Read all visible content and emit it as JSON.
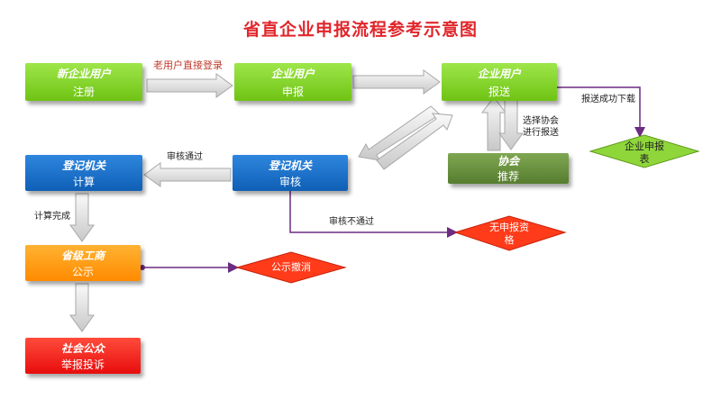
{
  "title": "省直企业申报流程参考示意图",
  "nodes": {
    "new_user": {
      "heading": "新企业用户",
      "sub": "注册"
    },
    "user_apply": {
      "heading": "企业用户",
      "sub": "申报"
    },
    "user_submit": {
      "heading": "企业用户",
      "sub": "报送"
    },
    "assoc": {
      "heading": "协会",
      "sub": "推荐"
    },
    "reg_review": {
      "heading": "登记机关",
      "sub": "审核"
    },
    "reg_calc": {
      "heading": "登记机关",
      "sub": "计算"
    },
    "provincial": {
      "heading": "省级工商",
      "sub": "公示"
    },
    "public": {
      "heading": "社会公众",
      "sub": "举报投诉"
    }
  },
  "diamonds": {
    "download_form": "企业申报表",
    "no_qualification": "无申报资格",
    "revoke": "公示撤消"
  },
  "labels": {
    "old_user_login": "老用户直接登录",
    "submit_success": "报送成功下载",
    "choose_assoc": "选择协会进行报送",
    "review_pass": "审核通过",
    "review_fail": "审核不通过",
    "calc_done": "计算完成"
  },
  "colors": {
    "title": "#e0262b",
    "green": "#7ed321",
    "blue": "#1a6fc8",
    "olive": "#6a8f3e",
    "orange": "#ff9c00",
    "red": "#ee1c1c",
    "connector": "#6b2c82"
  }
}
